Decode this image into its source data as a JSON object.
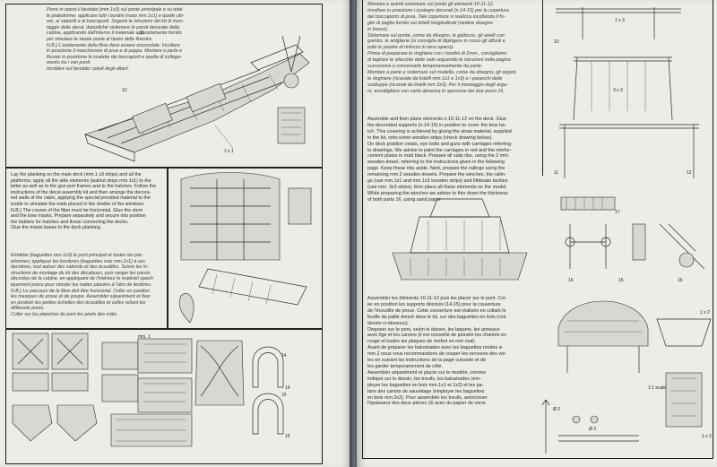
{
  "left_page": {
    "italian_intro": "Porre in opera il tavolato (mm.1x3) sul ponte principale e su tutte\nle piattaforme: applicare tutti i bordini (noce mm.1x1) e quelle ulti-\nme, ai sabordi e ai boccaporti. Seguire le istruzioni del kit di mon-\ntaggio delle decal, dopodiché sistemare le pareti decorate della\ncabina, applicando dall'interno il materiale appositamente fornito\nper simulare le stuoie poste al riparo delle finestre.\nN.B.) L'andamento della fibra deve essere orizzontale. Incollare\nin posizione il mascherone di prua e di poppa. Montare a parte e\nfissare in posizione le scalette dei boccaporti e quella di collega-\nmento tra i vari ponti.\nIncollare sul tavolato i piedi degli alberi.",
    "english_text": "Lay the planking on the main deck (mm.1 x3 strips) and all the\nplatforms; apply all the side elements (walnut strips mm.1x1) to the\nlatter as well as to the gun port frames and to the hatches. Follow the\ninstructions of the decal assembly kit and then arrange the decora-\nted walls of the cabin, applying the special provided material to the\ninside to simulate the mats placed in the shelter of the windows.\nN.B.) The course of the fiber must be horizontal. Glue the stem\nand the bow masks. Prepare separately and secure into position\nthe ladders for hatches and those connecting the decks.\nGlue the masts bases to the deck planking.",
    "spanish_text": "Entablar (baguettes mm.1x3) le pont principal et toutes les pla-\nteformes; appliquer les bordures (baguettes noix mm.1x1) à ces\ndernières, tout autour des sabords et des écoutilles. Suivre les in-\nstructions de montage du kit des décalques, puis ranger les parois\ndécorées de la cabine, en appliquant de l'intérieur le matériel spécif-\niquement prévu pour simuler les nattes placées à l'abri de fenêtres.\nN.B.) Le parcours de la fibre doit être horizontal. Coller en position\nles masques de proue et de poupe. Assembler séparément et fixer\nen position les petites échelles des écoutilles et celles reliant les\ndifférents ponts.\nColler sur les planches du pont les pieds des mâts.",
    "part_labels": [
      "11",
      "12",
      "1 x 1",
      "mm. 1",
      "14",
      "15",
      "14",
      "15"
    ]
  },
  "right_page": {
    "italian_text": "Montare e quindi sistemare sul ponte gli elementi 10-11-12.\nIncollare in posizione i sostegni decorati (n.14-15) per la copertura\ndel boccaporto di prua. Tale copertura si realizza incollando il fo-\nglio di paglia fornito sui listelli longitudinali (vedere disegno\nin basso).\nSistemare sul ponte, come da disegno, le gallocce, gli anelli con\ngambo, le artiglierie (si consiglia di dipingere in rosso gli affusti e\ntutte le piastre di rinforzo in nero opaco).\nPrima di preparare le ringhiere con i tondini di 2mm., consigliamo\ndi tagliare le silecchie delle vele seguendo le istruzioni nella pagina\nsuccessiva e conservarle temporaneamente da parte.\nMontare a parte e sistemare sul modello, come da disegno, gli argani,\nle ringhiere (ricavate da listelli mm.1x1 e 1x3) e i paranchi delle\nscialuppe (ricavati da listelli mm.3x3). Per il montaggio degli arga-\nni, assottigliare con carta abrasiva lo spessore dei due pezzi 16.",
    "english_text": "Assemble and then place elements n.10-11-12 on the deck. Glue\nthe decorated supports (n.14-15) in position to cover the bow ha-\ntch. This covering is achieved by gluing the straw material, supplied\nin the kit, onto some wooden strips (check drawing below).\nOn deck position cleats, eye bolts and guns with carriages referring\nto drawings. We advise to paint the carriages in red and the reinfor-\ncement plates in matt black. Prepare all sails ribs, using the 2 mm.\nwooden dowel, referring to the instructions given in the following\npage. Keep these ribs aside. Next, prepare the railings using the\nremaining mm.2 wooden dowels. Prepare the winches, the railin-\ngs (use mm.1x1 and mm.1x3 wooden strips) and lifeboats tackles\n(use mm. 3x3 strips), then place all these elements on the model.\nWhile preparing the winches we advise to thin down the thickness\nof both parts 16, using sand paper.",
    "french_text": "Assembler les éléments 10-11-12 puis les placer sur le pont. Col-\nler en position les supports décorés (14-15) pour la couverture\nde l'écoutille de proue. Cette couverture est réalisée en collant le\nfeuille de paille donné dans le kit, sur des baguettes en bois (voir\ndessin ci-dessous).\nDisposer sur le pont, selon le dessin, les taquets, les anneaux\navec tige et les canons (il est conseillé de peindre les chariots en\nrouge et toutes les plaques de renfort en noir mat).\nAvant de préparer les balustrades avec les baguettes rondes ø\nmm.2 nous vous recommandons de couper les nervures des voi-\nles en suivant les instructions de la page suivante et de\nles garder temporairement de côté.\nAssembler séparément et placer sur le modèle, comme\nindiqué sur le dessin, les treuils, les balustrades (em-\nployer les baguettes en bois mm.1x1 et 1x3) et les pa-\nlans des canots de sauvetage (employer les baguettes\nen bois mm.3x3). Pour assembler les treuils, amincisser\nl'épaisseur des deux pièces 16 avec du papier de verre.",
    "part_labels": [
      "1 x 3",
      "10",
      "3 x 3",
      "11",
      "12",
      "17",
      "16",
      "16",
      "16",
      "1 x 2",
      "Ø 2",
      "Ø 3",
      "1:1 scale",
      "1 x 2"
    ]
  },
  "colors": {
    "paper": "#ecece8",
    "ink": "#2a2a2a",
    "background": "#5a5d63"
  }
}
